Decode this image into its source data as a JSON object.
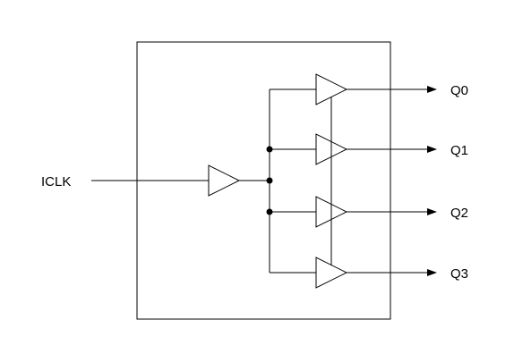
{
  "input": {
    "label": "ICLK"
  },
  "outputs": [
    {
      "label": "Q0"
    },
    {
      "label": "Q1"
    },
    {
      "label": "Q2"
    },
    {
      "label": "Q3"
    }
  ]
}
